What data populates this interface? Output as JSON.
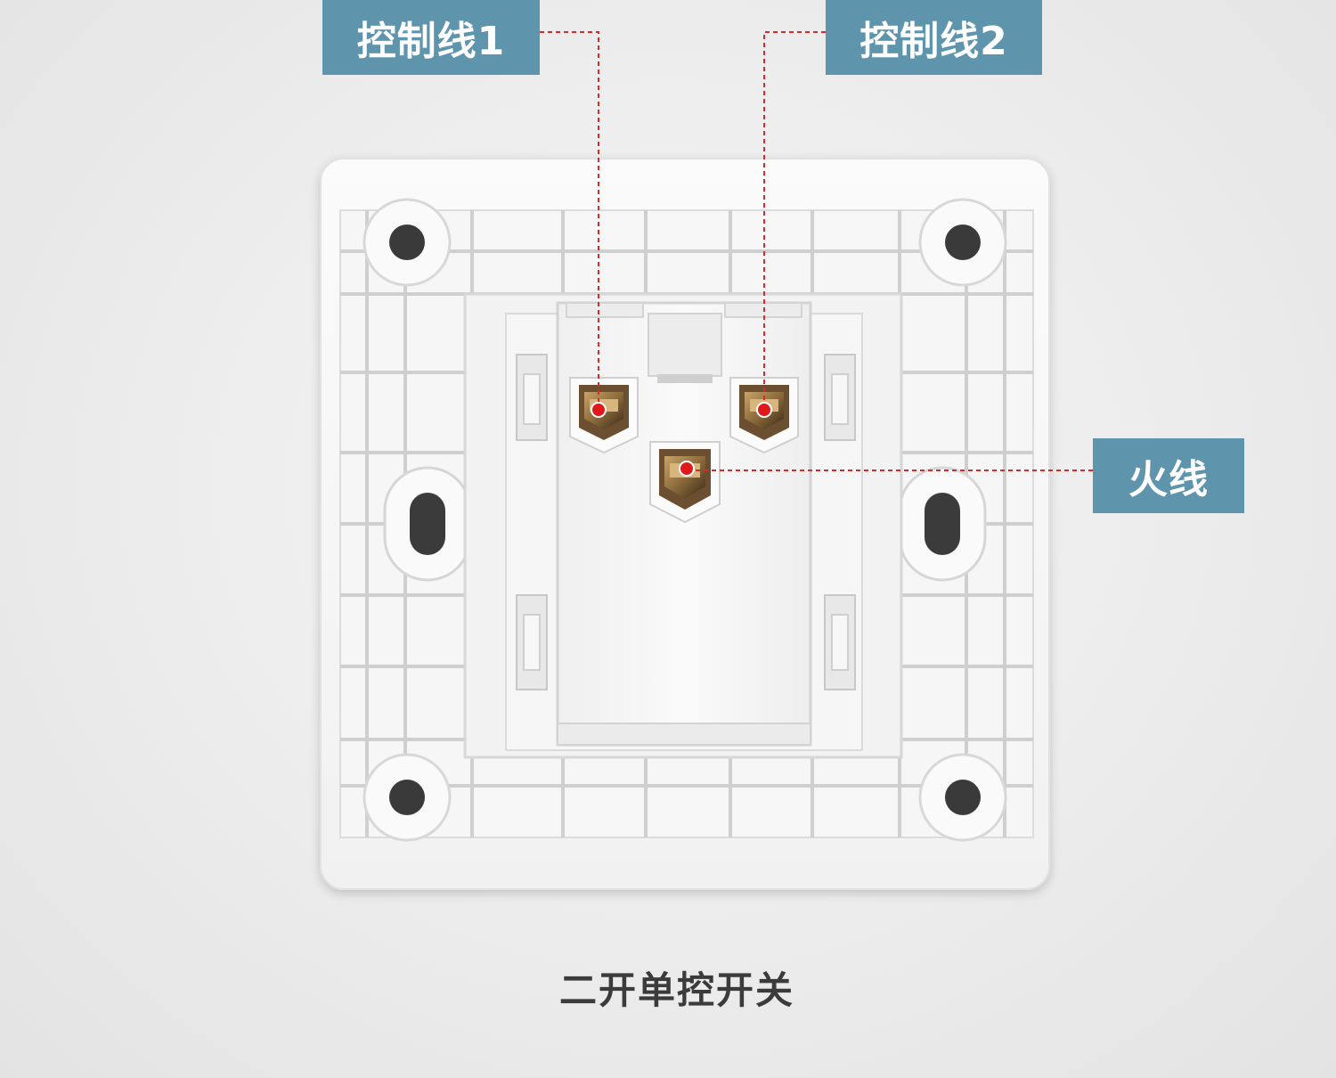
{
  "labels": {
    "control_wire_1": "控制线1",
    "control_wire_2": "控制线2",
    "live_wire": "火线"
  },
  "caption": "二开单控开关",
  "colors": {
    "label_bg": "#5e95ad",
    "label_text": "#ffffff",
    "leader_line": "#d62b2b",
    "terminal_dot": "#e01a1a",
    "caption_text": "#3b3b3b",
    "panel": "#f9f9f9",
    "background": "#ececec"
  }
}
